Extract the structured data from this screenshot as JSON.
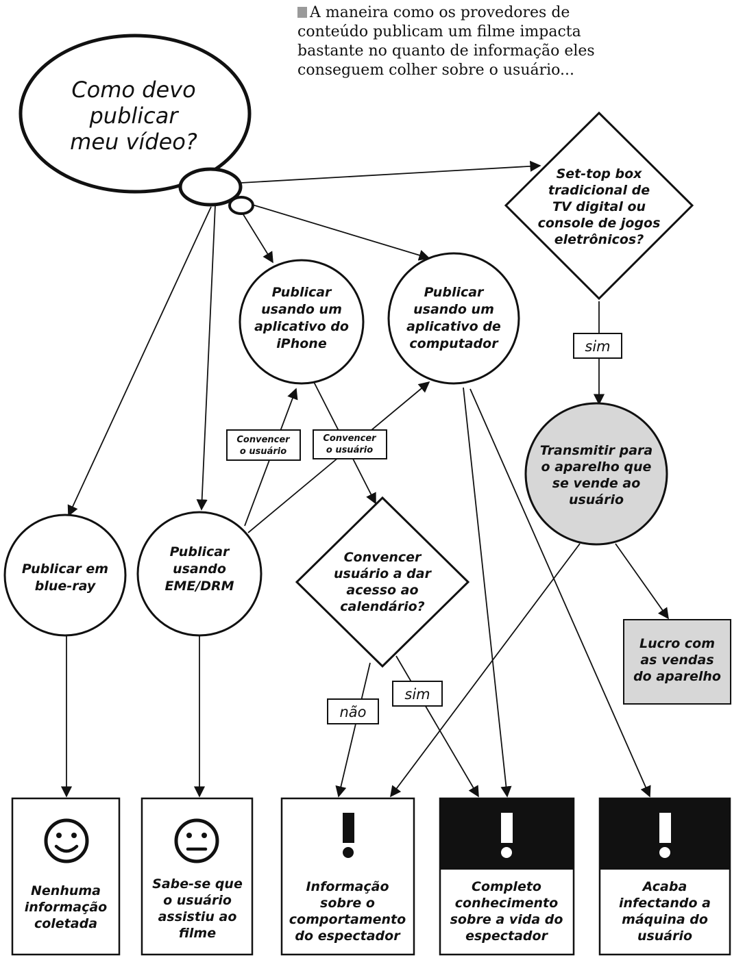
{
  "caption": {
    "lines": [
      "A maneira como os provedores de",
      "conteúdo publicam um filme impacta",
      "bastante no quanto de informação eles",
      "conseguem colher sobre o usuário..."
    ],
    "marker_color": "#9a9a9a"
  },
  "question": {
    "lines": [
      "Como devo",
      "publicar",
      "meu vídeo?"
    ]
  },
  "nodes": {
    "settop": {
      "lines": [
        "Set-top box",
        "tradicional de",
        "TV digital ou",
        "console de jogos",
        "eletrônicos?"
      ]
    },
    "iphone": {
      "lines": [
        "Publicar",
        "usando um",
        "aplicativo do",
        "iPhone"
      ]
    },
    "computador": {
      "lines": [
        "Publicar",
        "usando um",
        "aplicativo de",
        "computador"
      ]
    },
    "transmitir": {
      "lines": [
        "Transmitir para",
        "o aparelho que",
        "se vende ao",
        "usuário"
      ]
    },
    "bluray": {
      "lines": [
        "Publicar em",
        "blue-ray"
      ]
    },
    "eme": {
      "lines": [
        "Publicar",
        "usando",
        "EME/DRM"
      ]
    },
    "calendario": {
      "lines": [
        "Convencer",
        "usuário a dar",
        "acesso ao",
        "calendário?"
      ]
    },
    "lucro": {
      "lines": [
        "Lucro com",
        "as vendas",
        "do aparelho"
      ]
    }
  },
  "edge_labels": {
    "sim_settop": "sim",
    "sim_calendario": "sim",
    "nao_calendario": "não",
    "convencer_1": [
      "Convencer",
      "o usuário"
    ],
    "convencer_2": [
      "Convencer",
      "o usuário"
    ]
  },
  "outcomes": [
    {
      "icon": "smiley-happy-icon",
      "lines": [
        "Nenhuma",
        "informação",
        "coletada"
      ],
      "header": "white"
    },
    {
      "icon": "smiley-neutral-icon",
      "lines": [
        "Sabe-se que",
        "o usuário",
        "assistiu ao",
        "filme"
      ],
      "header": "white"
    },
    {
      "icon": "exclamation-icon",
      "lines": [
        "Informação",
        "sobre o",
        "comportamento",
        "do espectador"
      ],
      "header": "white"
    },
    {
      "icon": "exclamation-icon",
      "lines": [
        "Completo",
        "conhecimento",
        "sobre a vida do",
        "espectador"
      ],
      "header": "black"
    },
    {
      "icon": "exclamation-icon",
      "lines": [
        "Acaba",
        "infectando a",
        "máquina do",
        "usuário"
      ],
      "header": "black"
    }
  ],
  "colors": {
    "ink": "#111111",
    "shaded": "#d7d7d7",
    "background": "#ffffff"
  }
}
